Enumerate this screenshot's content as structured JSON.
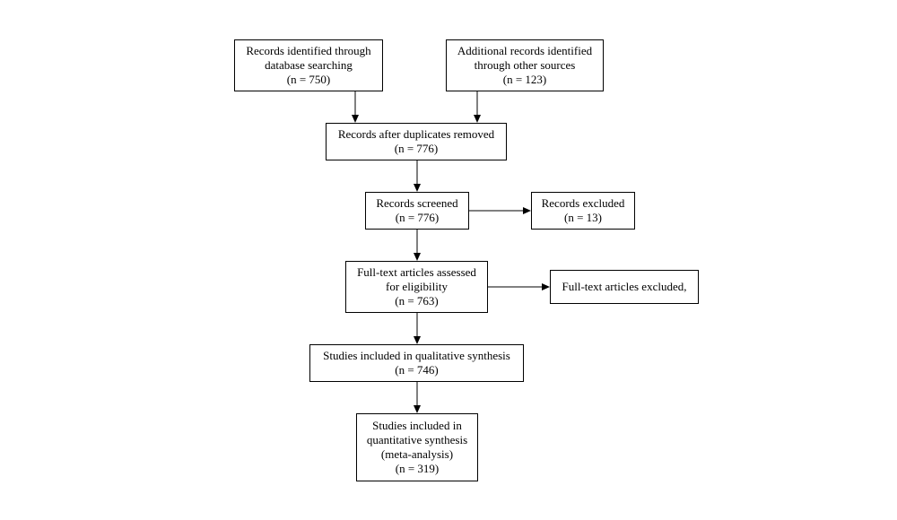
{
  "nodes": {
    "identified_db": {
      "lines": [
        "Records identified through",
        "database searching",
        "(n = 750)"
      ]
    },
    "identified_other": {
      "lines": [
        "Additional records identified",
        "through other sources",
        "(n = 123)"
      ]
    },
    "after_duplicates": {
      "lines": [
        "Records after duplicates removed",
        "(n = 776)"
      ]
    },
    "screened": {
      "lines": [
        "Records screened",
        "(n = 776)"
      ]
    },
    "excluded": {
      "lines": [
        "Records excluded",
        "(n = 13)"
      ]
    },
    "fulltext_assessed": {
      "lines": [
        "Full-text articles assessed",
        "for eligibility",
        "(n = 763)"
      ]
    },
    "fulltext_excluded": {
      "lines": [
        "Full-text articles excluded,"
      ]
    },
    "qualitative": {
      "lines": [
        "Studies included in qualitative synthesis",
        "(n = 746)"
      ]
    },
    "quantitative": {
      "lines": [
        "Studies included in",
        "quantitative synthesis",
        "(meta-analysis)",
        "(n = 319)"
      ]
    }
  },
  "edges": [
    {
      "from": "identified_db",
      "to": "after_duplicates"
    },
    {
      "from": "identified_other",
      "to": "after_duplicates"
    },
    {
      "from": "after_duplicates",
      "to": "screened"
    },
    {
      "from": "screened",
      "to": "excluded"
    },
    {
      "from": "screened",
      "to": "fulltext_assessed"
    },
    {
      "from": "fulltext_assessed",
      "to": "fulltext_excluded"
    },
    {
      "from": "fulltext_assessed",
      "to": "qualitative"
    },
    {
      "from": "qualitative",
      "to": "quantitative"
    }
  ]
}
